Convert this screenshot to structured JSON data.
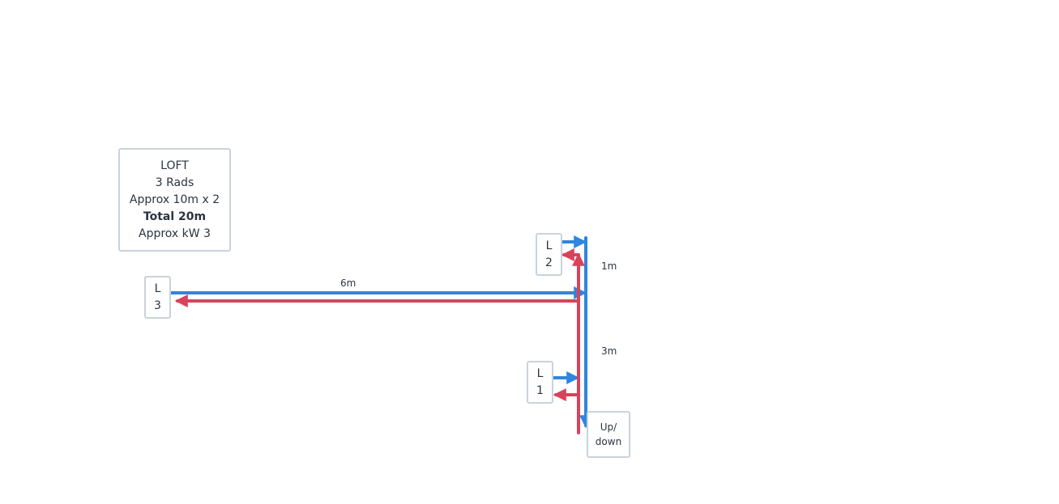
{
  "info_box": {
    "line1": "LOFT",
    "line2": "3 Rads",
    "line3": "Approx 10m x 2",
    "line4": "Total 20m",
    "line5": "Approx kW 3"
  },
  "radiators": {
    "l3": {
      "line1": "L",
      "line2": "3"
    },
    "l2": {
      "line1": "L",
      "line2": "2"
    },
    "l1": {
      "line1": "L",
      "line2": "1"
    }
  },
  "riser": {
    "line1": "Up/",
    "line2": "down"
  },
  "dimensions": {
    "run_l3": "6m",
    "run_l2": "1m",
    "run_l1": "3m"
  },
  "colors": {
    "flow": "#2e86de",
    "return": "#d9435a",
    "box_border": "#c9d3dc"
  }
}
